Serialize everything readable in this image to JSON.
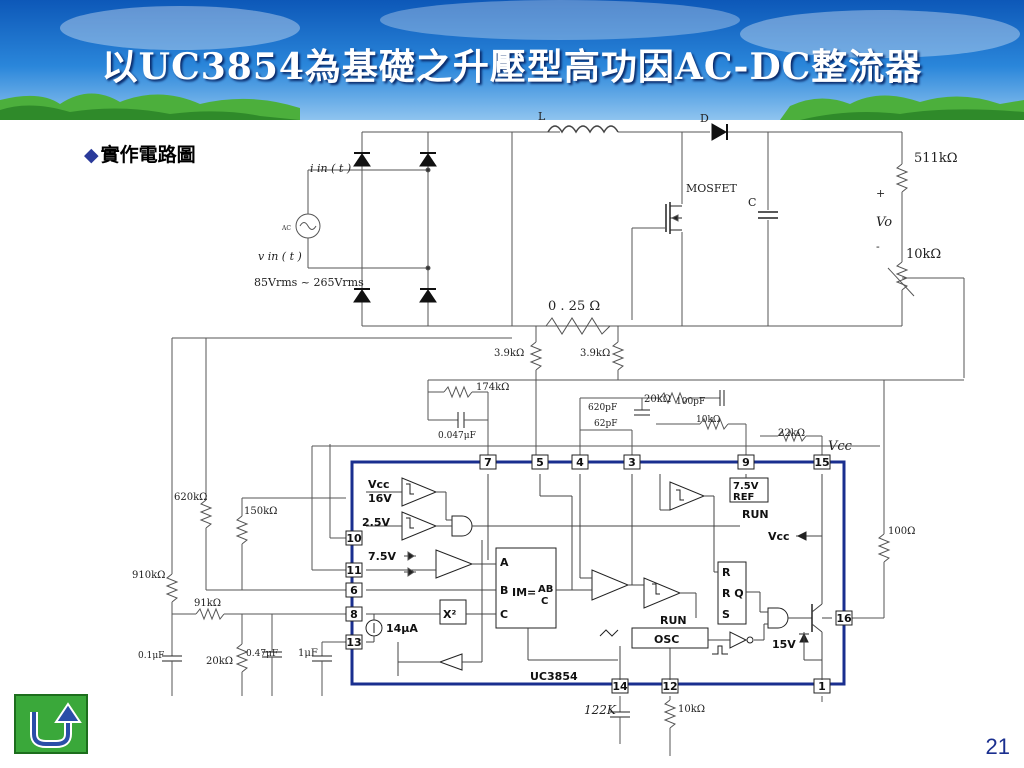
{
  "title": "以UC3854為基礎之升壓型高功因AC-DC整流器",
  "bullet": "實作電路圖",
  "page_number": "21",
  "colors": {
    "header_blue": "#1f6fc8",
    "chip_border": "#1a2f8f",
    "back_button": "#3aa83a",
    "page_number": "#1a2f8f"
  },
  "circuit": {
    "inductor": "L",
    "diode": "D",
    "mosfet": "MOSFET",
    "capacitor": "C",
    "r_511k": "511kΩ",
    "vo": "Vo",
    "vo_plus": "+",
    "vo_minus": "-",
    "r_10k_out": "10kΩ",
    "iin": "i in ( t )",
    "vin": "v in ( t )",
    "ac": "AC",
    "input_range": "85Vrms ~ 265Vrms",
    "r_sense": "0 . 25 Ω",
    "r_3_9k_a": "3.9kΩ",
    "r_3_9k_b": "3.9kΩ",
    "r_174k": "174kΩ",
    "c_620p": "620pF",
    "r_20k_a": "20kΩ",
    "c_100p": "100pF",
    "c_62p": "62pF",
    "r_10k_b": "10kΩ",
    "c_0_047": "0.047μF",
    "r_22k": "22kΩ",
    "vcc_label": "Vcc",
    "r_620k": "620kΩ",
    "r_150k": "150kΩ",
    "r_100": "100Ω",
    "r_910k": "910kΩ",
    "r_91k": "91kΩ",
    "c_0_1": "0.1μF",
    "r_20k_b": "20kΩ",
    "c_0_47": "0.47μF",
    "c_1u": "1μF",
    "c_122k": "122K",
    "r_10k_c": "10kΩ"
  },
  "chip": {
    "name": "UC3854",
    "pins_top": [
      "7",
      "5",
      "4",
      "3",
      "9",
      "15"
    ],
    "pins_left": [
      "10",
      "11",
      "6",
      "8",
      "13"
    ],
    "pins_right": [
      "16"
    ],
    "pins_bottom": [
      "14",
      "12",
      "1"
    ],
    "vcc_16v_label1": "Vcc",
    "vcc_16v_label2": "16V",
    "ref_2_5v": "2.5V",
    "ref_7_5v": "7.5V",
    "ref_box_line1": "7.5V",
    "ref_box_line2": "REF",
    "run": "RUN",
    "vcc_inner": "Vcc",
    "mult_a": "A",
    "mult_b": "B",
    "mult_c": "C",
    "mult_im": "IM=",
    "mult_ab": "AB",
    "mult_c2": "C",
    "square": "X²",
    "current_src": "14μA",
    "latch_r": "R",
    "latch_rq": "R Q",
    "latch_s": "S",
    "run2": "RUN",
    "osc": "OSC",
    "zener_15v": "15V"
  }
}
